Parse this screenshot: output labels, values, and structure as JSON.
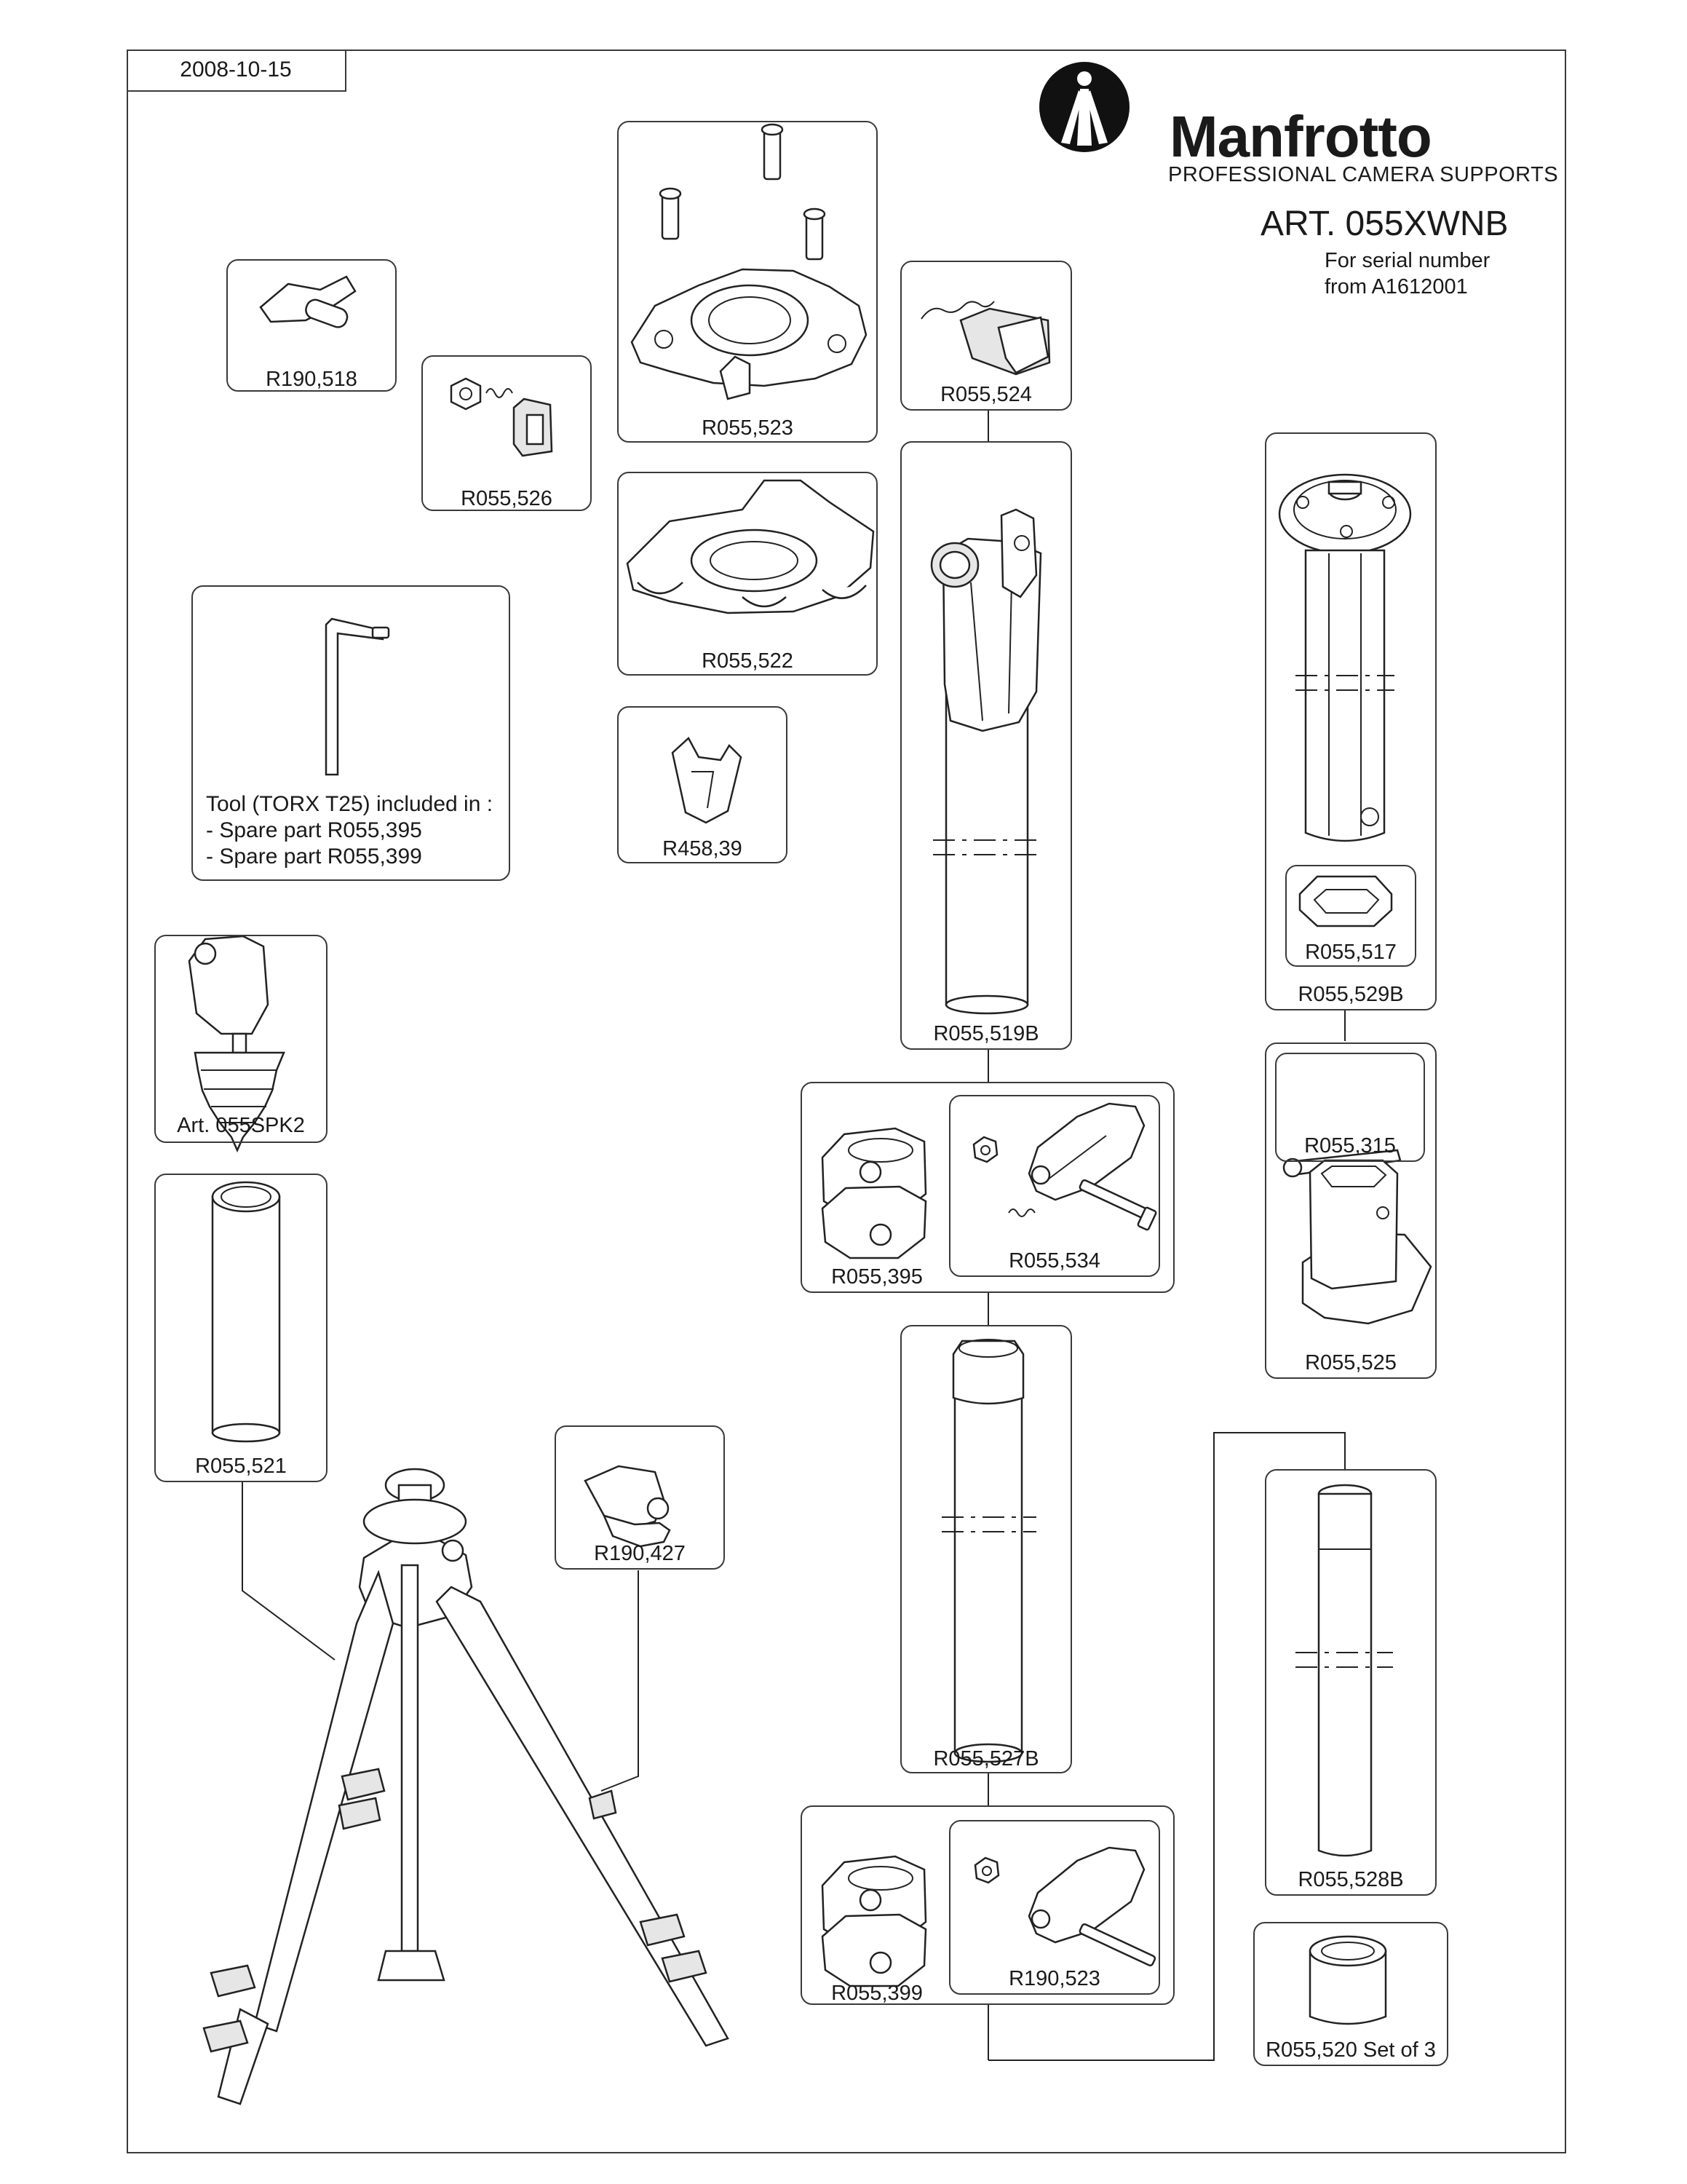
{
  "header": {
    "date": "2008-10-15",
    "brand": "Manfrotto",
    "tagline": "PROFESSIONAL CAMERA SUPPORTS",
    "article": "ART. 055XWNB",
    "serial_line1": "For serial number",
    "serial_line2": "from A1612001"
  },
  "tool_note": {
    "line1": "Tool (TORX T25) included in :",
    "line2": "- Spare part R055,395",
    "line3": "- Spare part R055,399"
  },
  "parts": {
    "p_r190_518": "R190,518",
    "p_r055_526": "R055,526",
    "p_r055_523": "R055,523",
    "p_r055_524": "R055,524",
    "p_r055_522": "R055,522",
    "p_r458_39": "R458,39",
    "p_r055_519b": "R055,519B",
    "p_r055_517": "R055,517",
    "p_r055_529b": "R055,529B",
    "p_art_055spk2": "Art. 055SPK2",
    "p_r055_395": "R055,395",
    "p_r055_534": "R055,534",
    "p_r055_315": "R055,315",
    "p_r055_525": "R055,525",
    "p_r055_521": "R055,521",
    "p_r190_427": "R190,427",
    "p_r055_527b": "R055,527B",
    "p_r055_528b": "R055,528B",
    "p_r055_399": "R055,399",
    "p_r190_523": "R190,523",
    "p_r055_520": "R055,520 Set of 3"
  },
  "icons": {
    "logo": "manfrotto-tripod-logo-icon"
  }
}
